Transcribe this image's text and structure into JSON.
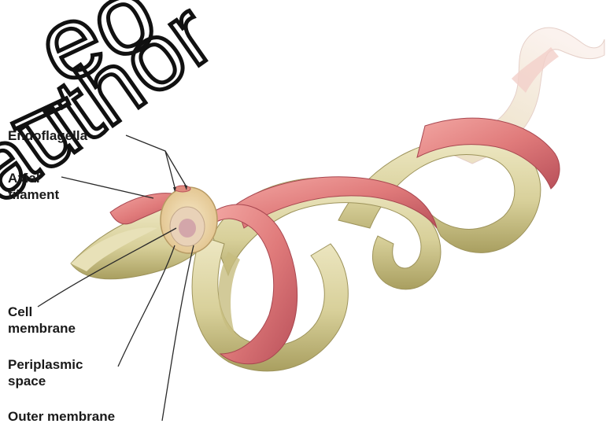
{
  "labels": {
    "endoflagella": "Endoflagella",
    "axial_filament_line1": "Axial",
    "axial_filament_line2": "filament",
    "cell_membrane_line1": "Cell",
    "cell_membrane_line2": "membrane",
    "periplasmic_line1": "Periplasmic",
    "periplasmic_line2": "space",
    "outer_membrane": "Outer membrane"
  },
  "watermark": {
    "line1": "_eo",
    "line2": "author"
  },
  "colors": {
    "body_cream": "#ddd6a8",
    "body_shadow": "#b3aa6e",
    "sheath_pink": "#e07b7b",
    "sheath_dark": "#c55a60",
    "cross_section": "#f0d9b0",
    "cytoplasm": "#d9b3b3",
    "tail_faded": "#f4ddd6",
    "label_text": "#1a1a1a"
  }
}
